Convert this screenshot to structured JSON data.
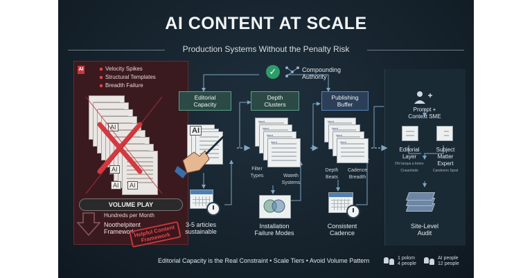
{
  "header": {
    "title": "AI CONTENT AT SCALE",
    "subtitle": "Production Systems Without the Penalty Risk"
  },
  "left_panel": {
    "badge": "AI",
    "bullets": [
      "Velocity Spikes",
      "Structural Templates",
      "Breadth Failure"
    ],
    "page_labels": [
      "AI",
      "AI",
      "AI",
      "AI"
    ],
    "belt_label": "VOLUME PLAY",
    "volume_caption": "Hundreds per Month",
    "framework_caption_1": "Noothelpitent",
    "framework_caption_2": "Framework",
    "stamp_line_1": "Helpful Content",
    "stamp_line_2": "Framework"
  },
  "top_node": {
    "line_1": "Compounding",
    "line_2": "Authority"
  },
  "columns": [
    {
      "box_line_1": "Editorial",
      "box_line_2": "Capacity",
      "doc_label": "AI",
      "bottom_line_1": "3-5 articles",
      "bottom_line_2": "sustainable"
    },
    {
      "box_line_1": "Depth",
      "box_line_2": "Clusters",
      "side_left_1": "Filter",
      "side_left_2": "Types",
      "side_right_1": "Wateth",
      "side_right_2": "Systems",
      "bottom_line_1": "Installation",
      "bottom_line_2": "Failure Modes",
      "card_tag": "Ident"
    },
    {
      "box_line_1": "Publishing",
      "box_line_2": "Buffer",
      "side_left_1": "Depth",
      "side_left_2": "Beats",
      "side_right_1": "Cadence",
      "side_right_2": "Breadth",
      "bottom_line_1": "Consistent",
      "bottom_line_2": "Cadence",
      "card_tag": "Ident"
    }
  ],
  "right_panel": {
    "top_line_1": "Prompt +",
    "top_line_2": "Context SME",
    "left_line_1": "Editorial",
    "left_line_2": "Layer",
    "left_fine_1": "Dhi Iarqua a brinre",
    "left_fine_2": "Cnuuntinds",
    "right_line_1": "Subject",
    "right_line_2": "Matter",
    "right_line_3": "Expert",
    "right_fine": "Candenon Spral",
    "bottom_line_1": "Site-Level",
    "bottom_line_2": "Audit"
  },
  "footer": {
    "text": "Editorial Capacity is the Real Constraint  •  Scale Tiers  •  Avoid Volume Pattern"
  },
  "legend": {
    "left_line_1": "1 polom",
    "left_line_2": "4 people",
    "right_line_1": "AI people",
    "right_line_2": "12 people"
  },
  "colors": {
    "background": "#142029",
    "danger_panel": "#3a1a1f",
    "danger_accent": "#d9464b",
    "green_accent": "#2e9b6a",
    "blue_accent": "#4e7fb3"
  }
}
